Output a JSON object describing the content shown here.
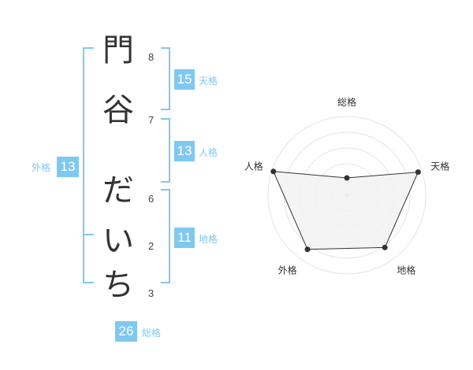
{
  "name": {
    "chars": [
      {
        "glyph": "門",
        "strokes": "8"
      },
      {
        "glyph": "谷",
        "strokes": "7"
      },
      {
        "glyph": "だ",
        "strokes": "6"
      },
      {
        "glyph": "い",
        "strokes": "2"
      },
      {
        "glyph": "ち",
        "strokes": "3"
      }
    ]
  },
  "kaku": {
    "tenkaku": {
      "value": "15",
      "label": "天格"
    },
    "jinkaku": {
      "value": "13",
      "label": "人格"
    },
    "chikaku": {
      "value": "11",
      "label": "地格"
    },
    "gaikaku": {
      "value": "13",
      "label": "外格"
    },
    "soukaku": {
      "value": "26",
      "label": "総格"
    }
  },
  "colors": {
    "accent": "#7fc8f0",
    "ring": "#e4e4e4",
    "fill": "#f2f2f2",
    "stroke": "#333333"
  },
  "chart_data": {
    "type": "radar",
    "axes": [
      "総格",
      "天格",
      "地格",
      "外格",
      "人格"
    ],
    "values": [
      0.22,
      0.95,
      0.82,
      0.85,
      0.98
    ],
    "rmax": 1,
    "rings": 5
  }
}
